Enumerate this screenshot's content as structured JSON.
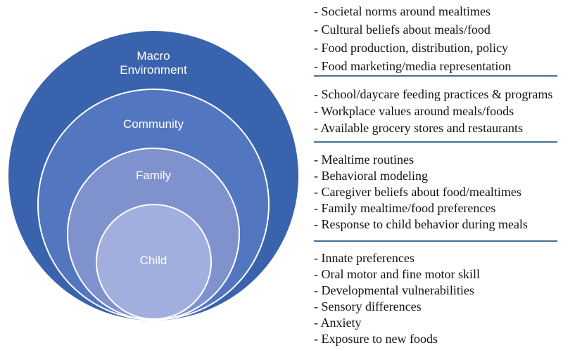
{
  "diagram": {
    "rings": {
      "macro": {
        "label_line1": "Macro",
        "label_line2": "Environment",
        "color": "#3A63AE"
      },
      "community": {
        "label": "Community",
        "color": "#5376C1"
      },
      "family": {
        "label": "Family",
        "color": "#8092CE"
      },
      "child": {
        "label": "Child",
        "color": "#A2AEDE"
      }
    },
    "label_text_color": "#ffffff"
  },
  "divider_color": "#41719C",
  "groups": [
    {
      "name": "macro-environment-factors",
      "items": [
        "- Societal norms around mealtimes",
        "- Cultural beliefs about meals/food",
        "- Food production, distribution, policy",
        "- Food marketing/media representation"
      ]
    },
    {
      "name": "community-factors",
      "items": [
        "- School/daycare feeding practices & programs",
        "- Workplace values around meals/foods",
        "- Available grocery stores and restaurants"
      ]
    },
    {
      "name": "family-factors",
      "items": [
        "- Mealtime routines",
        "- Behavioral modeling",
        "- Caregiver beliefs about food/mealtimes",
        "- Family mealtime/food preferences",
        "- Response to child behavior during meals"
      ]
    },
    {
      "name": "child-factors",
      "items": [
        "- Innate preferences",
        "- Oral motor and fine motor skill",
        "- Developmental vulnerabilities",
        "- Sensory differences",
        "- Anxiety",
        "- Exposure to new foods"
      ]
    }
  ]
}
